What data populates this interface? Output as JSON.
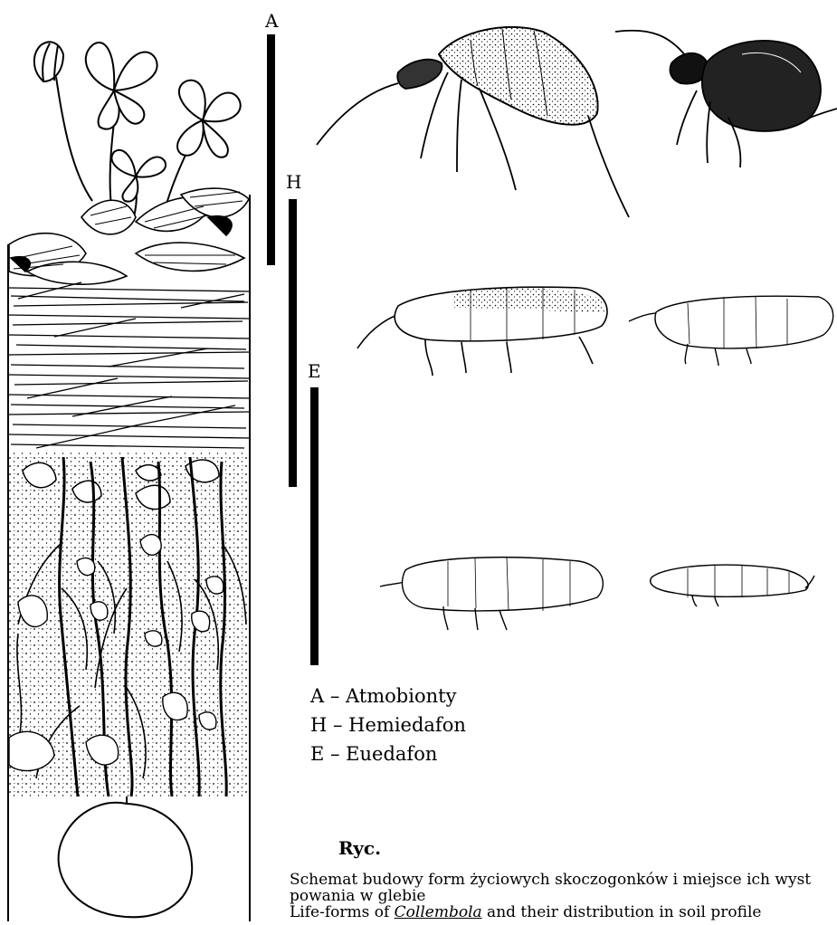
{
  "labels": {
    "a": "A",
    "h": "H",
    "e": "E"
  },
  "legend": [
    "A – Atmobionty",
    "H – Hemiedafon",
    "E – Euedafon"
  ],
  "caption": {
    "title": "Ryc.",
    "pl_line1": "Schemat budowy form życiowych skoczogonków i miejsce ich wyst",
    "pl_line2": "powania w glebie",
    "en_prefix": "Life-forms of ",
    "en_taxon": "Collembola",
    "en_suffix": " and their distribution in soil profile"
  }
}
